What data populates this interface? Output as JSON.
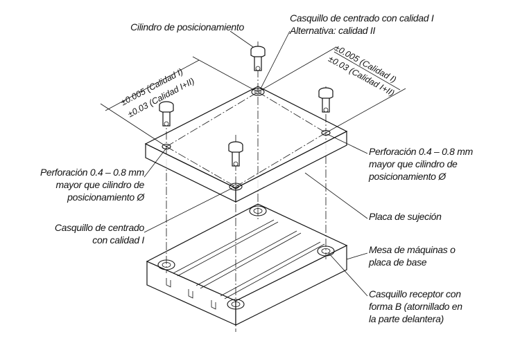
{
  "labels": {
    "positioning_pin": "Cilindro de posicionamiento",
    "centering_bushing_top_1": "Casquillo de centrado con calidad I",
    "centering_bushing_top_2": "Alternativa: calidad II",
    "dim_left_1": "±0.005 (Calidad I)",
    "dim_left_2": "±0.03 (Calidad I+II)",
    "dim_right_1": "±0.005 (Calidad I)",
    "dim_right_2": "±0.03 (Calidad I+II)",
    "bore_right": [
      "Perforación 0.4 – 0.8 mm",
      "mayor que cilindro de",
      "posicionamiento Ø"
    ],
    "bore_left": [
      "Perforación 0.4 – 0.8 mm",
      "mayor que cilindro de",
      "posicionamiento Ø"
    ],
    "clamping_plate": "Placa de sujeción",
    "centering_bushing_left": [
      "Casquillo de centrado",
      "con calidad I"
    ],
    "machine_table": [
      "Mesa de máquinas o",
      "placa de base"
    ],
    "receiver_bushing": [
      "Casquillo receptor con",
      "forma B (atornillado en",
      "la parte delantera)"
    ]
  }
}
